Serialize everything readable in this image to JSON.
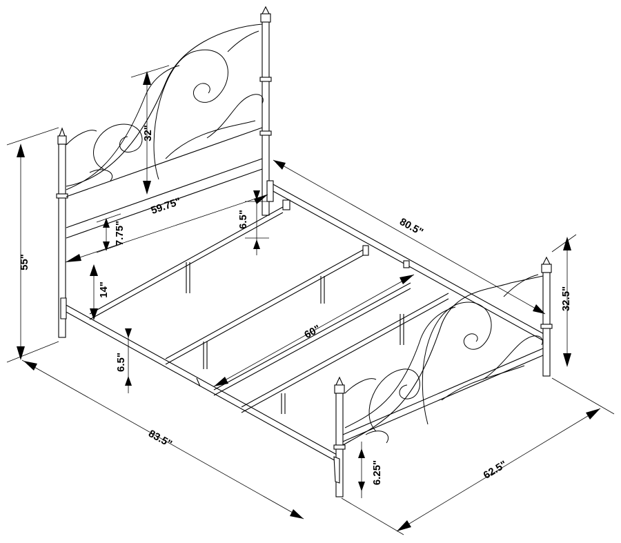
{
  "dimensions": {
    "overall_height": "55\"",
    "headboard_panel_height": "32\"",
    "headboard_inner_width": "59.75\"",
    "headboard_lower_gap": "7.75\"",
    "floor_to_rail": "14\"",
    "rail_clearance_front": "6.5\"",
    "rail_clearance_back": "6.5\"",
    "inner_length": "80.5\"",
    "inner_width": "60\"",
    "footboard_height": "32.5\"",
    "footboard_leg_clearance": "6.25\"",
    "overall_length": "83.5\"",
    "overall_width": "62.5\""
  }
}
